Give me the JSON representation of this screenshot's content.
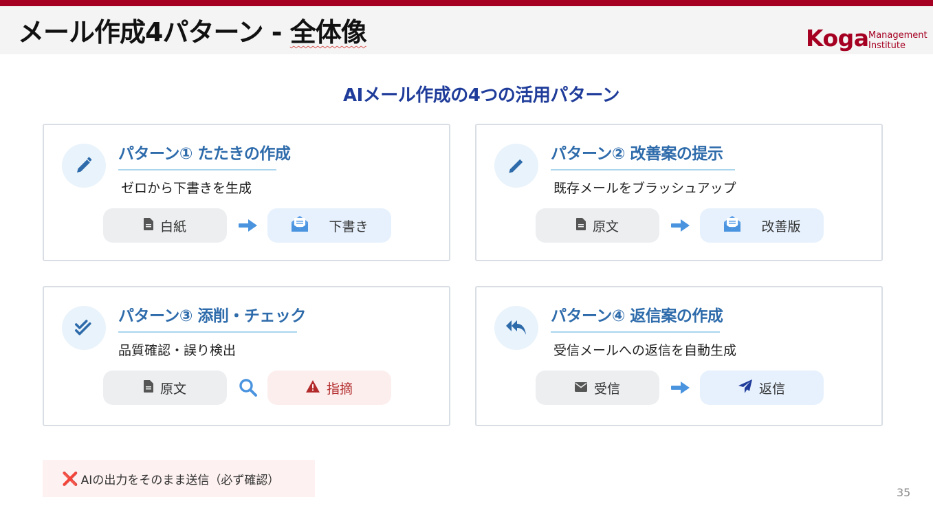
{
  "slide": {
    "title_main": "メール作成4パターン - ",
    "title_underlined": "全体像",
    "logo_main": "Koga",
    "logo_sub_1": "Management",
    "logo_sub_2": "Institute",
    "subtitle": "AIメール作成の4つの活用パターン",
    "page_number": "35"
  },
  "cards": [
    {
      "title": "パターン① たたきの作成",
      "description": "ゼロから下書きを生成",
      "icon": "pencil-icon",
      "from": {
        "label": "白紙",
        "icon": "document-icon"
      },
      "connector": "arrow-right-icon",
      "to": {
        "label": "下書き",
        "icon": "envelope-open-icon"
      }
    },
    {
      "title": "パターン② 改善案の提示",
      "description": "既存メールをブラッシュアップ",
      "icon": "pen-icon",
      "from": {
        "label": "原文",
        "icon": "document-icon"
      },
      "connector": "arrow-right-icon",
      "to": {
        "label": "改善版",
        "icon": "envelope-open-icon"
      }
    },
    {
      "title": "パターン③ 添削・チェック",
      "description": "品質確認・誤り検出",
      "icon": "double-check-icon",
      "from": {
        "label": "原文",
        "icon": "document-icon"
      },
      "connector": "magnifier-icon",
      "to": {
        "label": "指摘",
        "icon": "warning-icon"
      }
    },
    {
      "title": "パターン④ 返信案の作成",
      "description": "受信メールへの返信を自動生成",
      "icon": "reply-all-icon",
      "from": {
        "label": "受信",
        "icon": "envelope-icon"
      },
      "connector": "arrow-right-icon",
      "to": {
        "label": "返信",
        "icon": "paper-plane-icon"
      }
    }
  ],
  "warning": {
    "mark": "❌",
    "text": "AIの出力をそのまま送信（必ず確認）"
  },
  "colors": {
    "brand": "#a50021",
    "heading_blue": "#1f3c9a",
    "card_title_blue": "#2e6bab",
    "accent_blue": "#4a94df",
    "alert_red": "#b22a2a"
  }
}
